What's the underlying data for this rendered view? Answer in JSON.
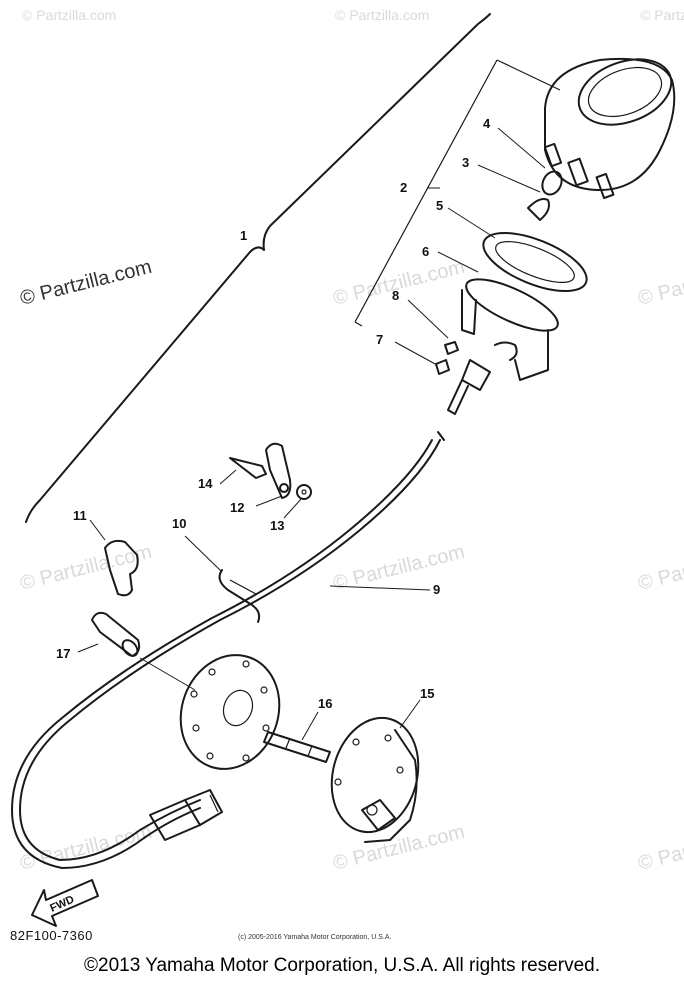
{
  "watermark": "© Partzilla.com",
  "callouts": [
    {
      "id": "1",
      "label": "1"
    },
    {
      "id": "2",
      "label": "2"
    },
    {
      "id": "3",
      "label": "3"
    },
    {
      "id": "4",
      "label": "4"
    },
    {
      "id": "5",
      "label": "5"
    },
    {
      "id": "6",
      "label": "6"
    },
    {
      "id": "7",
      "label": "7"
    },
    {
      "id": "8",
      "label": "8"
    },
    {
      "id": "9",
      "label": "9"
    },
    {
      "id": "10",
      "label": "10"
    },
    {
      "id": "11",
      "label": "11"
    },
    {
      "id": "12",
      "label": "12"
    },
    {
      "id": "13",
      "label": "13"
    },
    {
      "id": "14",
      "label": "14"
    },
    {
      "id": "15",
      "label": "15"
    },
    {
      "id": "16",
      "label": "16"
    },
    {
      "id": "17",
      "label": "17"
    }
  ],
  "direction_arrow": "FWD",
  "drawing_code": "82F100-7360",
  "small_copyright": "(c) 2005-2016 Yamaha Motor Corporation, U.S.A.",
  "footer_copyright": "©2013 Yamaha Motor Corporation, U.S.A. All rights reserved."
}
